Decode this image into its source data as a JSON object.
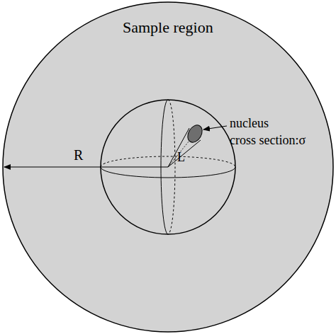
{
  "diagram": {
    "nodes": [
      {
        "text": [
          "Sample region"
        ]
      }
    ],
    "labels": [
      "R",
      "L",
      "nucleus",
      "cross section:σ"
    ]
  }
}
